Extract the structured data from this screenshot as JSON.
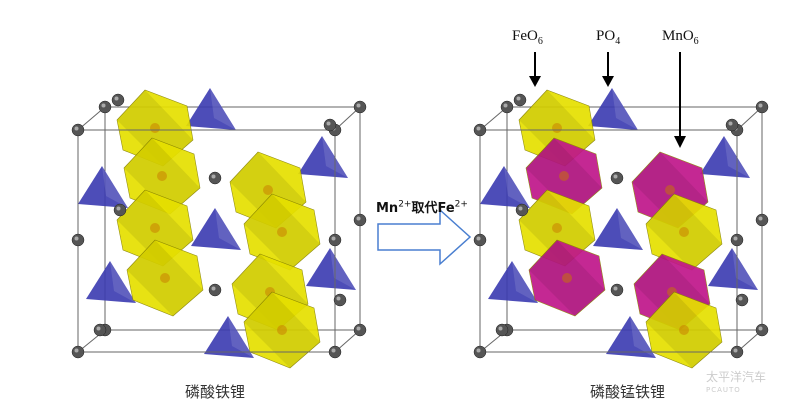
{
  "left_structure": {
    "caption": "磷酸铁锂"
  },
  "right_structure": {
    "caption": "磷酸锰铁锂"
  },
  "transition": {
    "text_prefix": "Mn",
    "sup1": "2+",
    "text_mid": "取代Fe",
    "sup2": "2+"
  },
  "labels": [
    {
      "base": "FeO",
      "sub": "6"
    },
    {
      "base": "PO",
      "sub": "4"
    },
    {
      "base": "MnO",
      "sub": "6"
    }
  ],
  "watermark": {
    "main": "太平洋汽车",
    "sub": "PCAUTO"
  },
  "colors": {
    "fe_octahedron": "#e6e000",
    "mn_octahedron": "#c0168a",
    "po4_tetrahedron": "#3a3ab0",
    "atom": "#555555",
    "arrow_outline": "#4a7fd0"
  }
}
